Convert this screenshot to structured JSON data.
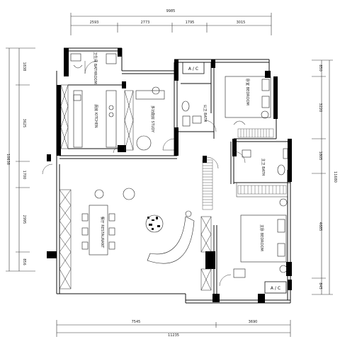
{
  "dimensions": {
    "top_total": "9985",
    "top_segments": [
      "2593",
      "2773",
      "1795",
      "3015"
    ],
    "bottom_segments": [
      "7545",
      "3690"
    ],
    "bottom_total": "11235",
    "left_total": "10638",
    "left_segments": [
      "1838",
      "3625",
      "1700",
      "2995",
      "856"
    ],
    "right_total": "11680",
    "right_segments": [
      "850",
      "3220",
      "1805",
      "4685",
      "845"
    ]
  },
  "rooms": {
    "bathroom_top": "卫生间 BATHROOM",
    "kitchen": "厨房 KITCHEN",
    "study": "多功能房 STUDY",
    "public_bath": "公卫 BATH",
    "bedroom_top": "卧室 BEDROOM",
    "master_bath": "主卫 BATH",
    "restaurant": "餐厅 RESTAURANT",
    "bedroom_main": "主卧 BEDROOM"
  },
  "ac_labels": {
    "top": "A / C",
    "bottom": "A / C"
  }
}
